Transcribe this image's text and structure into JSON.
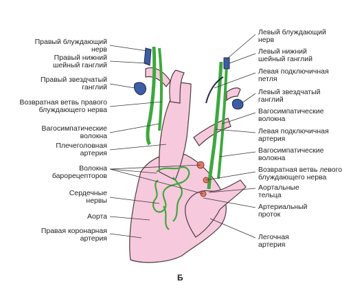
{
  "caption": "Б",
  "colors": {
    "heart": "#f7c9dc",
    "heart_stroke": "#4a3a3a",
    "nerve": "#3da83d",
    "ganglion": "#3d5da8",
    "receptor": "#e07a6a"
  },
  "labels_left": [
    {
      "line1": "Правый блуждающий",
      "line2": "нерв"
    },
    {
      "line1": "Правый нижний",
      "line2": "шейный ганглий"
    },
    {
      "line1": "Правый звездчатый",
      "line2": "ганглий"
    },
    {
      "line1": "Возвратная ветвь правого",
      "line2": "блуждающего нерва"
    },
    {
      "line1": "Вагосимпатические",
      "line2": "волокна"
    },
    {
      "line1": "Плечеголовная",
      "line2": "артерия"
    },
    {
      "line1": "Волокна",
      "line2": "барорецепторов"
    },
    {
      "line1": "Сердечные",
      "line2": "нервы"
    },
    {
      "line1": "Аорта",
      "line2": ""
    },
    {
      "line1": "Правая коронарная",
      "line2": "артерия"
    }
  ],
  "labels_right": [
    {
      "line1": "Левый блуждающий",
      "line2": "нерв"
    },
    {
      "line1": "Левый нижний",
      "line2": "шейный ганглий"
    },
    {
      "line1": "Левая подключичная",
      "line2": "петля"
    },
    {
      "line1": "Левый звездчатый",
      "line2": "ганглий"
    },
    {
      "line1": "Вагосимпатические",
      "line2": "волокна"
    },
    {
      "line1": "Левая подключичная",
      "line2": "артерия"
    },
    {
      "line1": "Вагосимпатические",
      "line2": "волокна"
    },
    {
      "line1": "Возвратная ветвь левого",
      "line2": "блуждающего нерва"
    },
    {
      "line1": "Аортальные",
      "line2": "тельца"
    },
    {
      "line1": "Артериальный",
      "line2": "проток"
    },
    {
      "line1": "Легочная",
      "line2": "артерия"
    }
  ]
}
